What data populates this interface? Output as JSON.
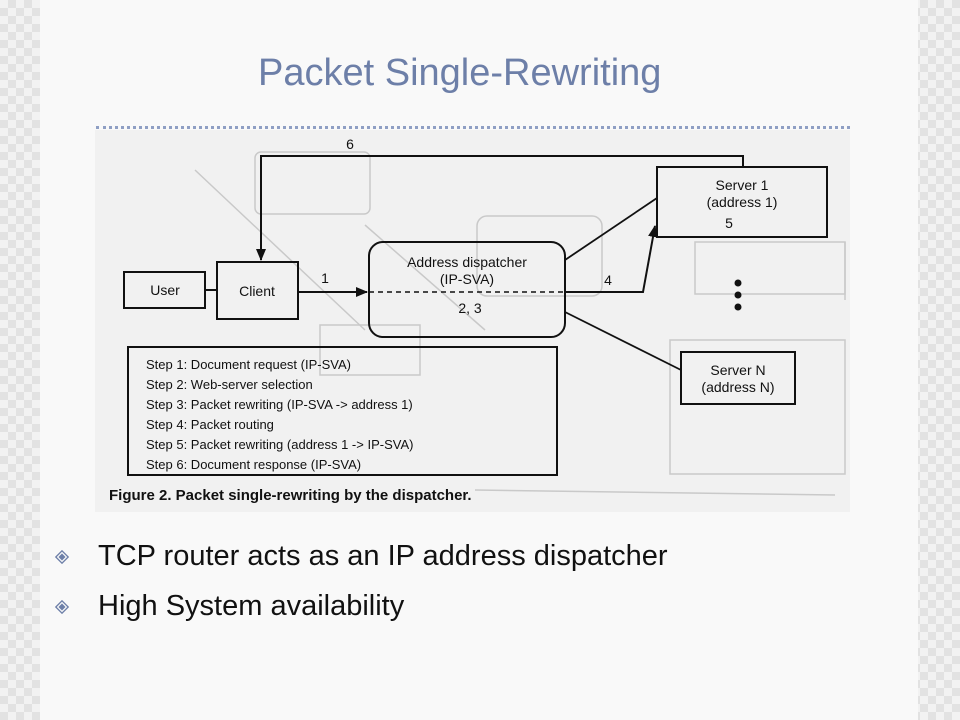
{
  "slide": {
    "title": "Packet Single-Rewriting",
    "bullets": [
      {
        "text": "TCP router acts as an IP address dispatcher",
        "icon": "diamond-bullet-icon"
      },
      {
        "text": "High System availability",
        "icon": "diamond-bullet-icon"
      }
    ]
  },
  "figure": {
    "user_label": "User",
    "client_label": "Client",
    "dispatcher_line1": "Address dispatcher",
    "dispatcher_line2": "(IP-SVA)",
    "dispatcher_steps": "2, 3",
    "server1_line1": "Server 1",
    "server1_line2": "(address 1)",
    "server1_step": "5",
    "serverN_line1": "Server N",
    "serverN_line2": "(address N)",
    "arrow_labels": {
      "client_to_dispatcher": "1",
      "dispatcher_to_server": "4",
      "server_to_client": "6"
    },
    "steps": [
      "Step 1: Document request (IP-SVA)",
      "Step 2: Web-server selection",
      "Step 3: Packet rewriting (IP-SVA -> address 1)",
      "Step 4: Packet routing",
      "Step 5: Packet rewriting (address 1 -> IP-SVA)",
      "Step 6: Document response (IP-SVA)"
    ],
    "caption": "Figure 2. Packet single-rewriting by the dispatcher."
  },
  "colors": {
    "title": "#6d7fa8",
    "rule": "#8f9fc4",
    "figure_background": "#f1f1f1",
    "ink": "#111111"
  }
}
